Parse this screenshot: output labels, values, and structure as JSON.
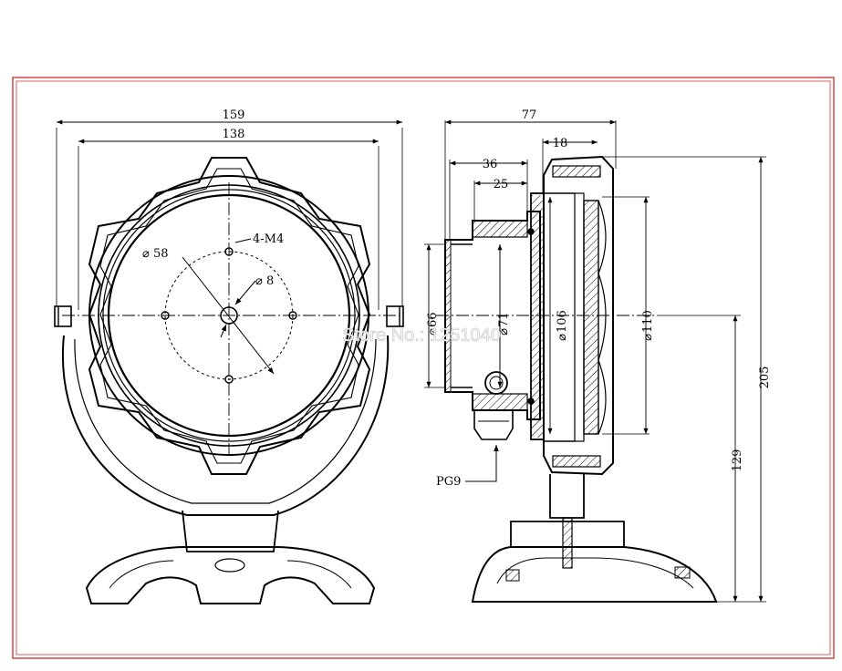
{
  "colors": {
    "frame": "#d23a3a",
    "ink": "#000000",
    "watermark": "#c8c8c8"
  },
  "watermark": "Store No.: 1251040",
  "front_view": {
    "dims": {
      "overall_width": "159",
      "inner_width": "138",
      "bolt_circle": "58",
      "thread": "4-M4",
      "hole": "8"
    }
  },
  "side_view": {
    "dims": {
      "overall_depth": "77",
      "front_depth": "18",
      "rear_depth": "36",
      "rear_inner_depth": "25",
      "rear_dia": "66",
      "inner_dia": "71",
      "body_dia": "106",
      "lens_dia": "110",
      "center_height": "129",
      "total_height": "205",
      "gland": "PG9"
    }
  },
  "icons": {
    "diameter": "diameter-symbol-icon"
  }
}
